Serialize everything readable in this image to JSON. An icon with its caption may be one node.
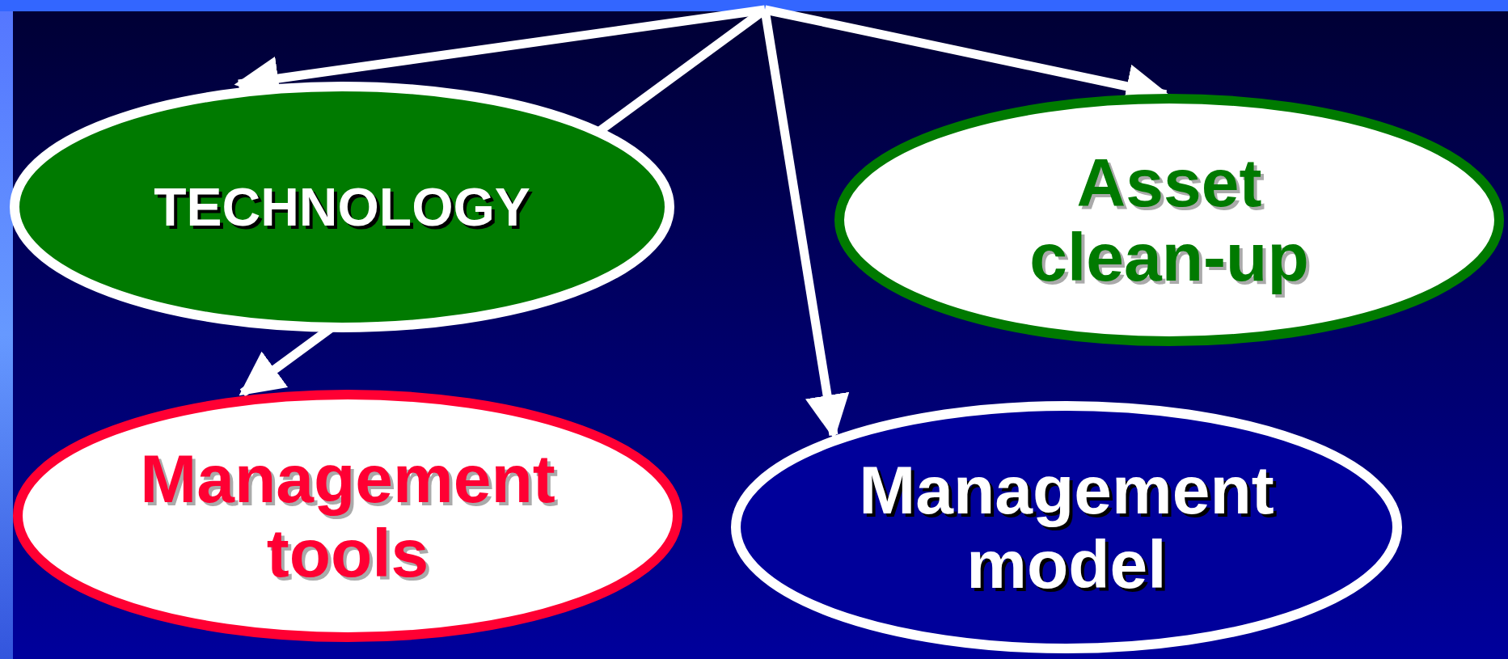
{
  "diagram": {
    "nodes": [
      {
        "text": [
          "TECHNOLOGY"
        ]
      },
      {
        "text": [
          "Asset clean-up"
        ]
      },
      {
        "text": [
          "Management tools"
        ]
      },
      {
        "text": [
          "Management model"
        ]
      }
    ],
    "edges": [
      {
        "from": null,
        "to": 0,
        "arrow": "to"
      },
      {
        "from": null,
        "to": 2,
        "arrow": "to"
      },
      {
        "from": null,
        "to": 1,
        "arrow": "to"
      },
      {
        "from": null,
        "to": 3,
        "arrow": "to"
      }
    ]
  }
}
